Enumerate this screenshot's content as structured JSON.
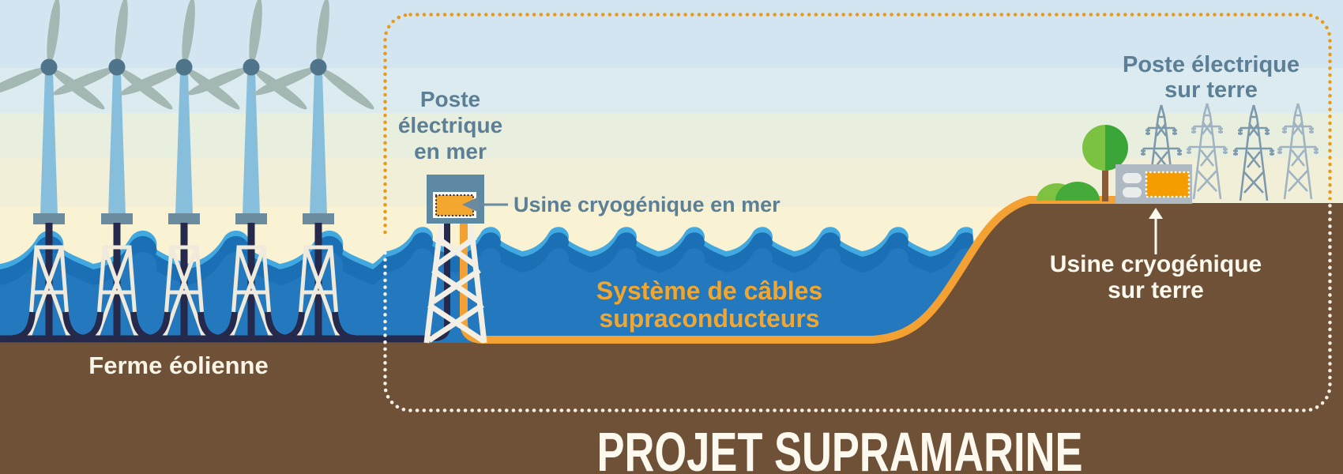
{
  "diagram_title": "PROJET SUPRAMARINE",
  "labels": {
    "wind_farm": "Ferme éolienne",
    "offshore_substation": [
      "Poste",
      "électrique",
      "en mer"
    ],
    "offshore_cryo_plant": "Usine cryogénique en mer",
    "cable_system": [
      "Système de câbles",
      "supraconducteurs"
    ],
    "onshore_substation": [
      "Poste électrique",
      "sur terre"
    ],
    "onshore_cryo_plant": [
      "Usine cryogénique",
      "sur terre"
    ]
  },
  "colors": {
    "sky_bands": [
      "#d2e5f1",
      "#dcebef",
      "#e9efdf",
      "#f2efd8",
      "#f9f3d4"
    ],
    "sea_body": "#2478bd",
    "wave_crest": "#41a8e0",
    "wave_shadow": "#1b6fb4",
    "seabed_brown": "#6f5138",
    "cable_orange": "#f2a132",
    "cable_navy": "#252a4d",
    "substation_slate": "#5e89a3",
    "building_grey": "#aeb9c2",
    "label_blue_grey": "#5c7f95",
    "label_orange": "#f0a62f",
    "text_white": "#fdf9ee",
    "border_dot_orange": "#e89a1c",
    "border_dot_white": "#f6efe3"
  },
  "icons": {
    "wind_turbine": "wind-turbine-icon",
    "offshore_platform": "offshore-platform-icon",
    "cryo_unit_offshore": "cryo-unit-icon",
    "cryo_unit_onshore": "cryo-unit-icon",
    "pylon": "transmission-pylon-icon",
    "tree": "tree-icon",
    "bush": "bush-icon",
    "arrow_left": "arrow-left-icon",
    "arrow_up": "arrow-up-icon"
  }
}
